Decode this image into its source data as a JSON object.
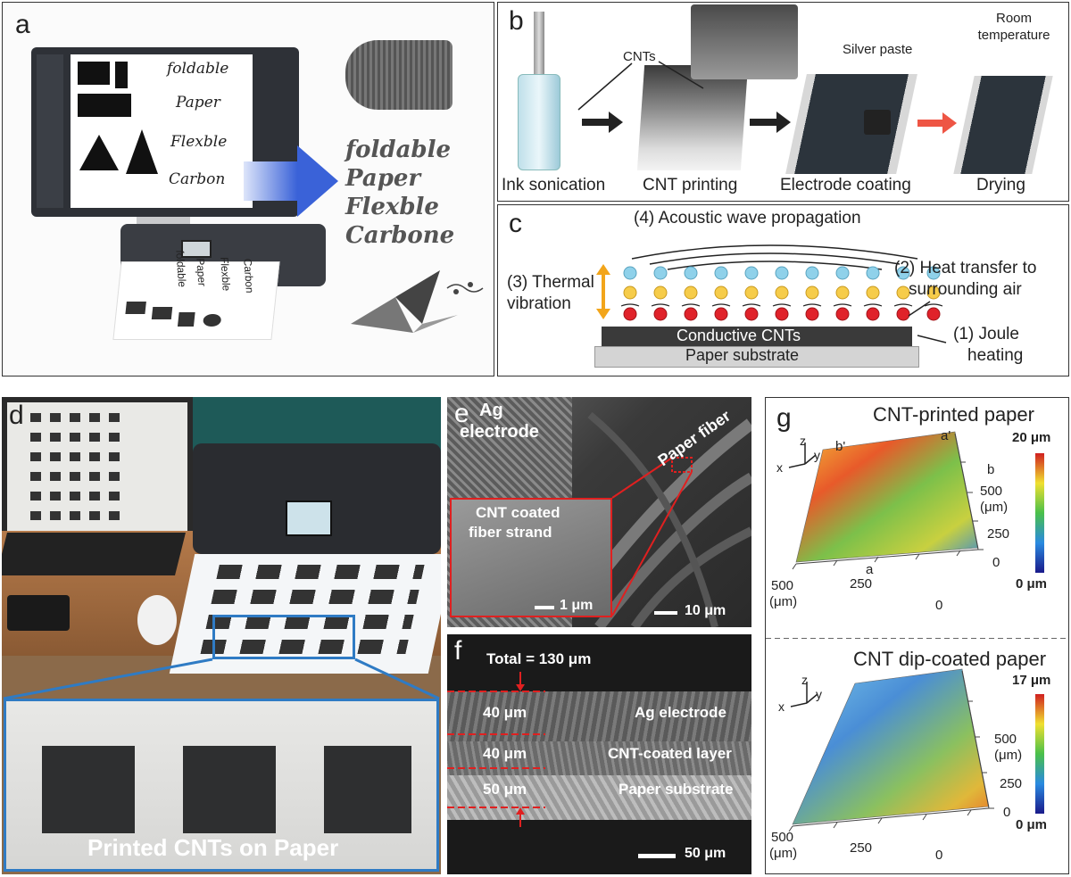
{
  "panels": {
    "a": {
      "label": "a",
      "screen_words": [
        "foldable",
        "Paper",
        "Flexble",
        "Carbon"
      ],
      "output_words": [
        "foldable",
        "Paper",
        "Flexble",
        "Carbone"
      ],
      "printed_words": [
        "foldable",
        "Paper",
        "Flexble",
        "Carbon"
      ]
    },
    "b": {
      "label": "b",
      "annot_cnts": "CNTs",
      "annot_silver": "Silver paste",
      "annot_room": "Room temperature",
      "steps": [
        "Ink sonication",
        "CNT printing",
        "Electrode coating",
        "Drying"
      ]
    },
    "c": {
      "label": "c",
      "acoustic": "(4) Acoustic wave propagation",
      "thermal_line1": "(3) Thermal",
      "thermal_line2": "vibration",
      "heat_line1": "(2) Heat transfer to",
      "heat_line2": "surrounding air",
      "joule_line1": "(1) Joule",
      "joule_line2": "heating",
      "cnt_layer": "Conductive CNTs",
      "substrate": "Paper substrate"
    },
    "d": {
      "label": "d",
      "caption": "Printed CNTs on Paper"
    },
    "e": {
      "label": "e",
      "ag_line1": "Ag",
      "ag_line2": "electrode",
      "paper_fiber": "Paper fiber",
      "inset_line1": "CNT coated",
      "inset_line2": "fiber strand",
      "scale_inset": "1 μm",
      "scale_main": "10 μm"
    },
    "f": {
      "label": "f",
      "total": "Total = 130 μm",
      "layer1_thick": "40 μm",
      "layer1_name": "Ag electrode",
      "layer2_thick": "40 μm",
      "layer2_name": "CNT-coated layer",
      "layer3_thick": "50 μm",
      "layer3_name": "Paper substrate",
      "scale": "50 μm"
    },
    "g": {
      "label": "g",
      "top": {
        "title": "CNT-printed paper",
        "cbar_max": "20 μm",
        "cbar_min": "0 μm",
        "marks": [
          "a'",
          "b'",
          "b",
          "a"
        ],
        "right_ticks": [
          "500",
          "(μm)",
          "250",
          "0"
        ],
        "bottom_ticks": [
          "500",
          "(μm)",
          "250",
          "0"
        ]
      },
      "bottom": {
        "title": "CNT dip-coated paper",
        "cbar_max": "17 μm",
        "cbar_min": "0 μm",
        "right_ticks": [
          "500",
          "(μm)",
          "250",
          "0"
        ],
        "bottom_ticks": [
          "500",
          "(μm)",
          "250",
          "0"
        ]
      },
      "axes": [
        "z",
        "x",
        "y"
      ]
    }
  },
  "colors": {
    "accent_blue": "#3a62d8",
    "arrow_red": "#ee5544",
    "dot_blue": "#8fd1ea",
    "dot_yellow": "#f6cc4a",
    "dot_red": "#e0222a",
    "double_arrow": "#f2a51a"
  }
}
